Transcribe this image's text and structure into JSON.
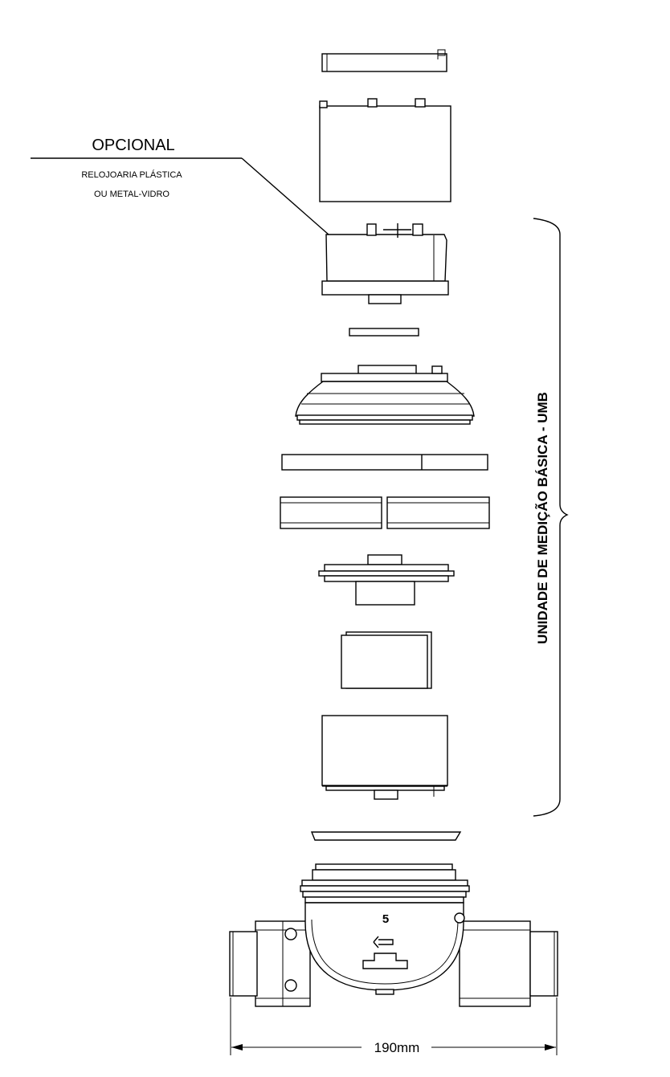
{
  "annotation": {
    "title": "OPCIONAL",
    "line1": "RELOJOARIA PLÁSTICA",
    "line2": "OU METAL-VIDRO"
  },
  "bracket_label": "UNIDADE DE MEDIÇÃO BÁSICA - UMB",
  "body_marking": "5",
  "dimension": "190mm"
}
